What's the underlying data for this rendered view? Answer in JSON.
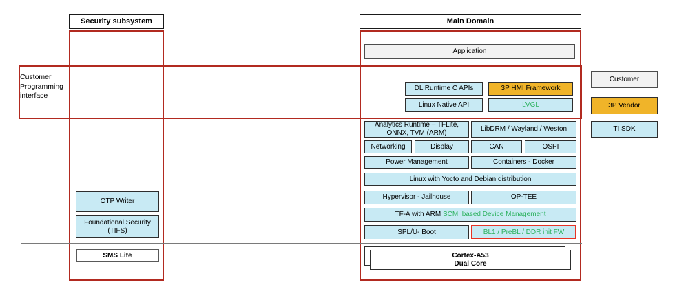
{
  "headers": {
    "security": "Security subsystem",
    "main": "Main Domain"
  },
  "side_label": "Customer Programming interface",
  "blocks": {
    "application": "Application",
    "dl_runtime": "DL Runtime C APIs",
    "hmi_framework": "3P HMI Framework",
    "linux_native_api": "Linux Native API",
    "lvgl": "LVGL",
    "analytics_runtime": "Analytics Runtime – TFLite, ONNX, TVM (ARM)",
    "libdrm": "LibDRM / Wayland / Weston",
    "networking": "Networking",
    "display": "Display",
    "can": "CAN",
    "ospi": "OSPI",
    "power_management": "Power Management",
    "containers": "Containers - Docker",
    "linux_distro": "Linux with Yocto and Debian distribution",
    "hypervisor": "Hypervisor - Jailhouse",
    "optee": "OP-TEE",
    "tfa_prefix": "TF-A with ARM ",
    "tfa_green": "SCMI based Device Management",
    "spl_uboot": "SPL/U- Boot",
    "bl1": "BL1 / PreBL / DDR init FW",
    "cortex_line1": "Cortex-A53",
    "cortex_line2": "Dual Core",
    "otp_writer": "OTP Writer",
    "tifs": "Foundational Security (TIFS)",
    "sms_lite": "SMS Lite"
  },
  "legend": {
    "customer": "Customer",
    "vendor": "3P Vendor",
    "ti_sdk": "TI SDK"
  },
  "colors": {
    "ti_sdk_fill": "#c8eaf4",
    "vendor_fill": "#f0b429",
    "customer_fill": "#f2f2f2",
    "outline_red": "#b22a20",
    "highlight_red": "#e63325",
    "green_text": "#2db25f",
    "divider_gray": "#7a7a7a"
  }
}
